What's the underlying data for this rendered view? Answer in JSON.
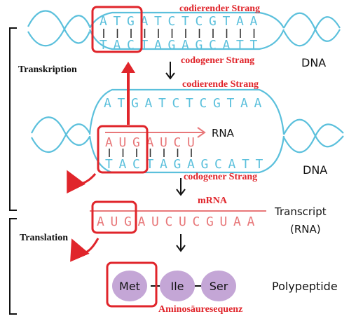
{
  "colors": {
    "dna": "#5bc0dc",
    "rna": "#e8787a",
    "red": "#e0252b",
    "protein": "#c4a6d6",
    "text": "#111111"
  },
  "labels": {
    "codierender_strang_top": "codierender Strang",
    "codogener_strang_top": "codogener Strang",
    "dna_top": "DNA",
    "transkription": "Transkription",
    "codierende_strang_mid": "codierende Strang",
    "rna": "RNA",
    "dna_mid": "DNA",
    "codogener_strang_mid": "codogener Strang",
    "mrna": "mRNA",
    "transcript": "Transcript",
    "transcript_rna": "(RNA)",
    "translation": "Translation",
    "polypeptide": "Polypeptide",
    "aminosaeuresequenz": "Aminosäuresequenz"
  },
  "sequences": {
    "top_coding": [
      "A",
      "T",
      "G",
      "A",
      "T",
      "C",
      "T",
      "C",
      "G",
      "T",
      "A",
      "A"
    ],
    "top_template": [
      "T",
      "A",
      "C",
      "T",
      "A",
      "G",
      "A",
      "G",
      "C",
      "A",
      "T",
      "T"
    ],
    "mid_coding": [
      "A",
      "T",
      "G",
      "A",
      "T",
      "C",
      "T",
      "C",
      "G",
      "T",
      "A",
      "A"
    ],
    "mid_rna": [
      "A",
      "U",
      "G",
      "A",
      "U",
      "C",
      "U"
    ],
    "mid_template": [
      "T",
      "A",
      "C",
      "T",
      "A",
      "G",
      "A",
      "G",
      "C",
      "A",
      "T",
      "T"
    ],
    "mrna": [
      "A",
      "U",
      "G",
      "A",
      "U",
      "C",
      "U",
      "C",
      "G",
      "U",
      "A",
      "A"
    ]
  },
  "amino_acids": [
    "Met",
    "Ile",
    "Ser"
  ]
}
